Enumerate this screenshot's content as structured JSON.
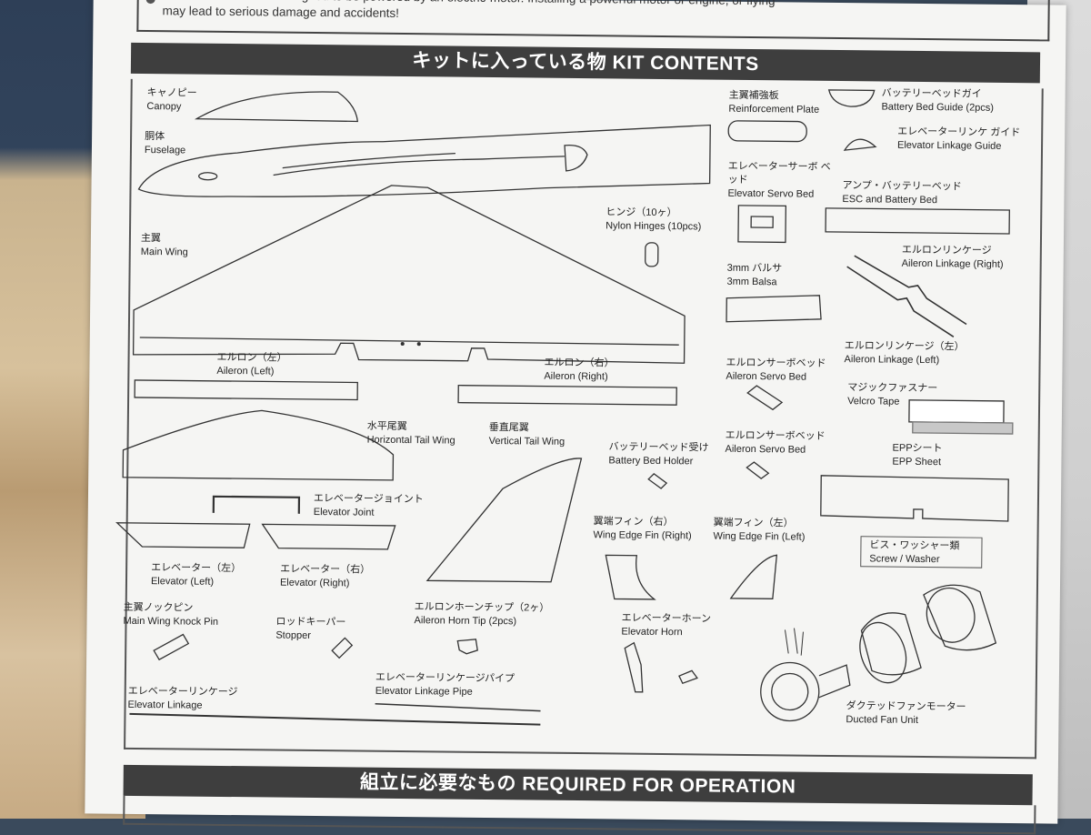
{
  "notice": {
    "line1": "This model aircraft is designed to be powered by an electric-motor.  Installing a powerful motor or engine, or flying",
    "line2": "may lead to serious damage and accidents!"
  },
  "section_kit": {
    "title": "キットに入っている物  KIT CONTENTS"
  },
  "section_required": {
    "title": "組立に必要なもの  REQUIRED FOR OPERATION"
  },
  "parts": [
    {
      "jp": "キャノピー",
      "en": "Canopy"
    },
    {
      "jp": "胴体",
      "en": "Fuselage"
    },
    {
      "jp": "主翼",
      "en": "Main Wing"
    },
    {
      "jp": "エルロン（左）",
      "en": "Aileron (Left)"
    },
    {
      "jp": "エルロン（右）",
      "en": "Aileron (Right)"
    },
    {
      "jp": "水平尾翼",
      "en": "Horizontal Tail Wing"
    },
    {
      "jp": "垂直尾翼",
      "en": "Vertical Tail Wing"
    },
    {
      "jp": "エレベータージョイント",
      "en": "Elevator Joint"
    },
    {
      "jp": "エレベーター（左）",
      "en": "Elevator (Left)"
    },
    {
      "jp": "エレベーター（右）",
      "en": "Elevator (Right)"
    },
    {
      "jp": "主翼ノックピン",
      "en": "Main Wing Knock Pin"
    },
    {
      "jp": "ロッドキーパー",
      "en": "Stopper"
    },
    {
      "jp": "エルロンホーンチップ（2ヶ）",
      "en": "Aileron Horn Tip (2pcs)"
    },
    {
      "jp": "エレベーターリンケージ",
      "en": "Elevator Linkage"
    },
    {
      "jp": "エレベーターリンケージパイプ",
      "en": "Elevator Linkage Pipe"
    },
    {
      "jp": "ヒンジ（10ヶ）",
      "en": "Nylon Hinges (10pcs)"
    },
    {
      "jp": "主翼補強板",
      "en": "Reinforcement Plate"
    },
    {
      "jp": "バッテリーベッドガイ",
      "en": "Battery Bed Guide (2pcs)"
    },
    {
      "jp": "エレベーターリンケ ガイド",
      "en": "Elevator Linkage Guide"
    },
    {
      "jp": "エレベーターサーボ ベッド",
      "en": "Elevator Servo Bed"
    },
    {
      "jp": "アンプ・バッテリーベッド",
      "en": "ESC and Battery Bed"
    },
    {
      "jp": "3mm バルサ",
      "en": "3mm Balsa"
    },
    {
      "jp": "エルロンリンケージ",
      "en": "Aileron Linkage (Right)"
    },
    {
      "jp": "エルロンリンケージ（左）",
      "en": "Aileron Linkage (Left)"
    },
    {
      "jp": "エルロンサーボベッド",
      "en": "Aileron Servo Bed"
    },
    {
      "jp": "マジックファスナー",
      "en": "Velcro Tape"
    },
    {
      "jp": "エルロンサーボベッド",
      "en": "Aileron Servo Bed"
    },
    {
      "jp": "バッテリーベッド受け",
      "en": "Battery Bed Holder"
    },
    {
      "jp": "EPPシート",
      "en": "EPP Sheet"
    },
    {
      "jp": "翼端フィン（右）",
      "en": "Wing Edge Fin (Right)"
    },
    {
      "jp": "翼端フィン（左）",
      "en": "Wing Edge Fin (Left)"
    },
    {
      "jp": "ビス・ワッシャー類",
      "en": "Screw / Washer"
    },
    {
      "jp": "エレベーターホーン",
      "en": "Elevator Horn"
    },
    {
      "jp": "ダクテッドファンモーター",
      "en": "Ducted Fan Unit"
    }
  ]
}
